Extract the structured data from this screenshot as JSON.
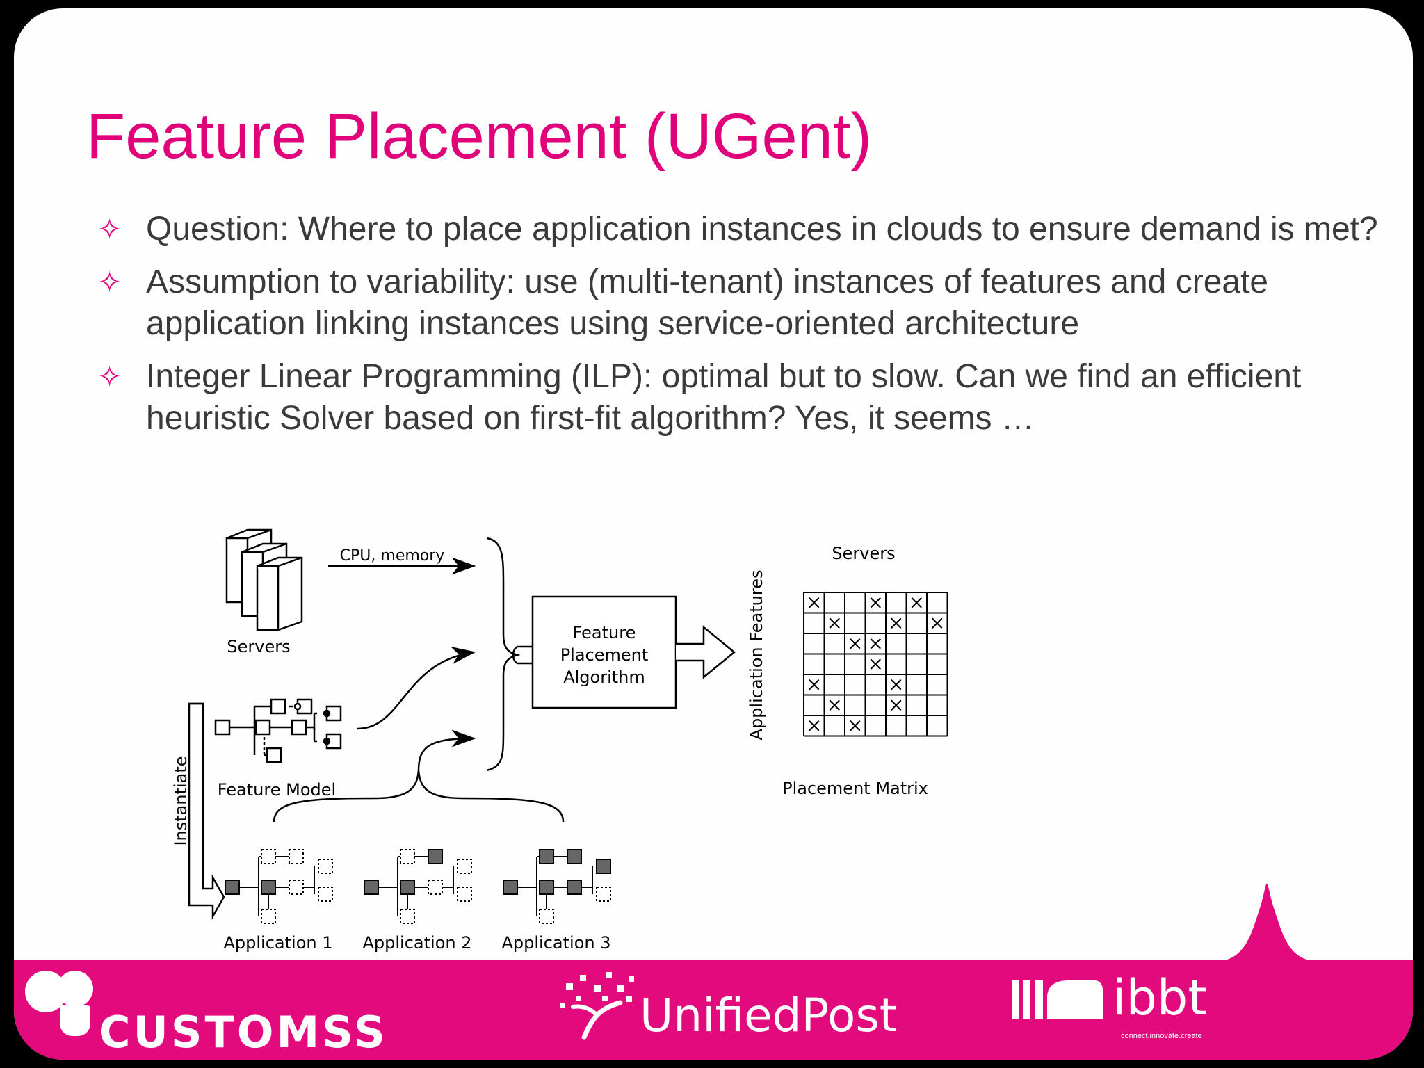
{
  "slide": {
    "title": "Feature Placement (UGent)",
    "bullet_icon": "four-point-star-icon",
    "bullets": [
      "Question: Where to place application instances in clouds to ensure demand is met?",
      "Assumption to variability: use (multi-tenant) instances of features and create application linking instances using service-oriented architecture",
      "Integer Linear Programming (ILP): optimal but to slow. Can we find an efficient heuristic Solver based on first-fit algorithm? Yes, it seems …"
    ]
  },
  "diagram": {
    "servers_label": "Servers",
    "cpu_memory_label": "CPU, memory",
    "feature_model_label": "Feature Model",
    "instantiate_label": "Instantiate",
    "algorithm_label": [
      "Feature",
      "Placement",
      "Algorithm"
    ],
    "matrix_servers_label": "Servers",
    "matrix_features_label": "Application Features",
    "matrix_caption": "Placement Matrix",
    "applications": [
      "Application 1",
      "Application 2",
      "Application 3"
    ],
    "matrix_marks": [
      [
        0,
        0
      ],
      [
        0,
        3
      ],
      [
        0,
        5
      ],
      [
        1,
        1
      ],
      [
        1,
        4
      ],
      [
        1,
        6
      ],
      [
        2,
        2
      ],
      [
        2,
        3
      ],
      [
        3,
        3
      ],
      [
        4,
        0
      ],
      [
        4,
        4
      ],
      [
        5,
        1
      ],
      [
        5,
        4
      ],
      [
        6,
        0
      ],
      [
        6,
        2
      ]
    ]
  },
  "footer": {
    "colors": {
      "brand": "#e20a7d",
      "title": "#e0007a"
    },
    "logos": {
      "customss": "CUSTOMSS",
      "unifiedpost": "UnifiedPost",
      "ibbt": "ibbt",
      "ibbt_tagline": "connect.innovate.create"
    }
  }
}
